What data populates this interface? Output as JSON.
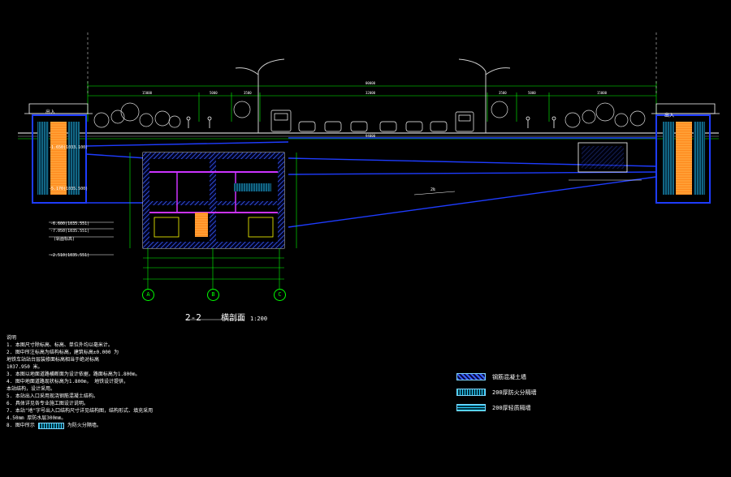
{
  "drawing": {
    "section_title": "2-2",
    "section_name": "横剖面",
    "section_scale": "1:200"
  },
  "axes": [
    "A",
    "B",
    "C"
  ],
  "labels": {
    "left_exit": "出入",
    "right_exit": "出入",
    "lt_level1": "-1.650(1033.100)",
    "lt_level2": "-5.170(1035.500)",
    "lt_level3": "-6.600(1035.551)",
    "lt_level4": "-7.050(1035.551)",
    "lt_level5": "(轨面标高)",
    "lt_level6": "-2.510(1035.551)",
    "slope": "2‰"
  },
  "notes": [
    "说明",
    "1. 本图尺寸除标高、标高、单位外均以毫米计。",
    "2. 图中所注标高为结构标高，建筑标高±0.000  为",
    "   地铁车站站台层装修面标高相当于绝对标高",
    "1037.950    米。",
    "3. 本图以地面道路横断面为设计依据，路面标高为1.800m。",
    "4. 图中地面道路现状标高为1.800m，   地铁设计提供，",
    "   本站结构，设计采用。",
    "5. 本站出入口采用现浇钢筋混凝土结构。",
    "6. 具体详见各专业施工图设计说明。",
    "7. 本站\"地\"字号出入口结构尺寸详见结构图，结构形式、填充采用",
    "4.50mm     厚防水层300mm。",
    "8. 图中所示"
  ],
  "notes_tail": "为防火分隔墙。",
  "legend": [
    {
      "key": "a",
      "label": "钢筋混凝土墙"
    },
    {
      "key": "b",
      "label": "200厚防火分隔墙"
    },
    {
      "key": "c",
      "label": "200厚轻质隔墙"
    }
  ],
  "colors": {
    "structure": "#1e3cff",
    "dimension": "#00ff00",
    "hatch": "#3a63ff",
    "pipe": "#cc33ff",
    "stair": "#ff8a1e",
    "cyan": "#2bd0ff",
    "white": "#ffffff"
  }
}
